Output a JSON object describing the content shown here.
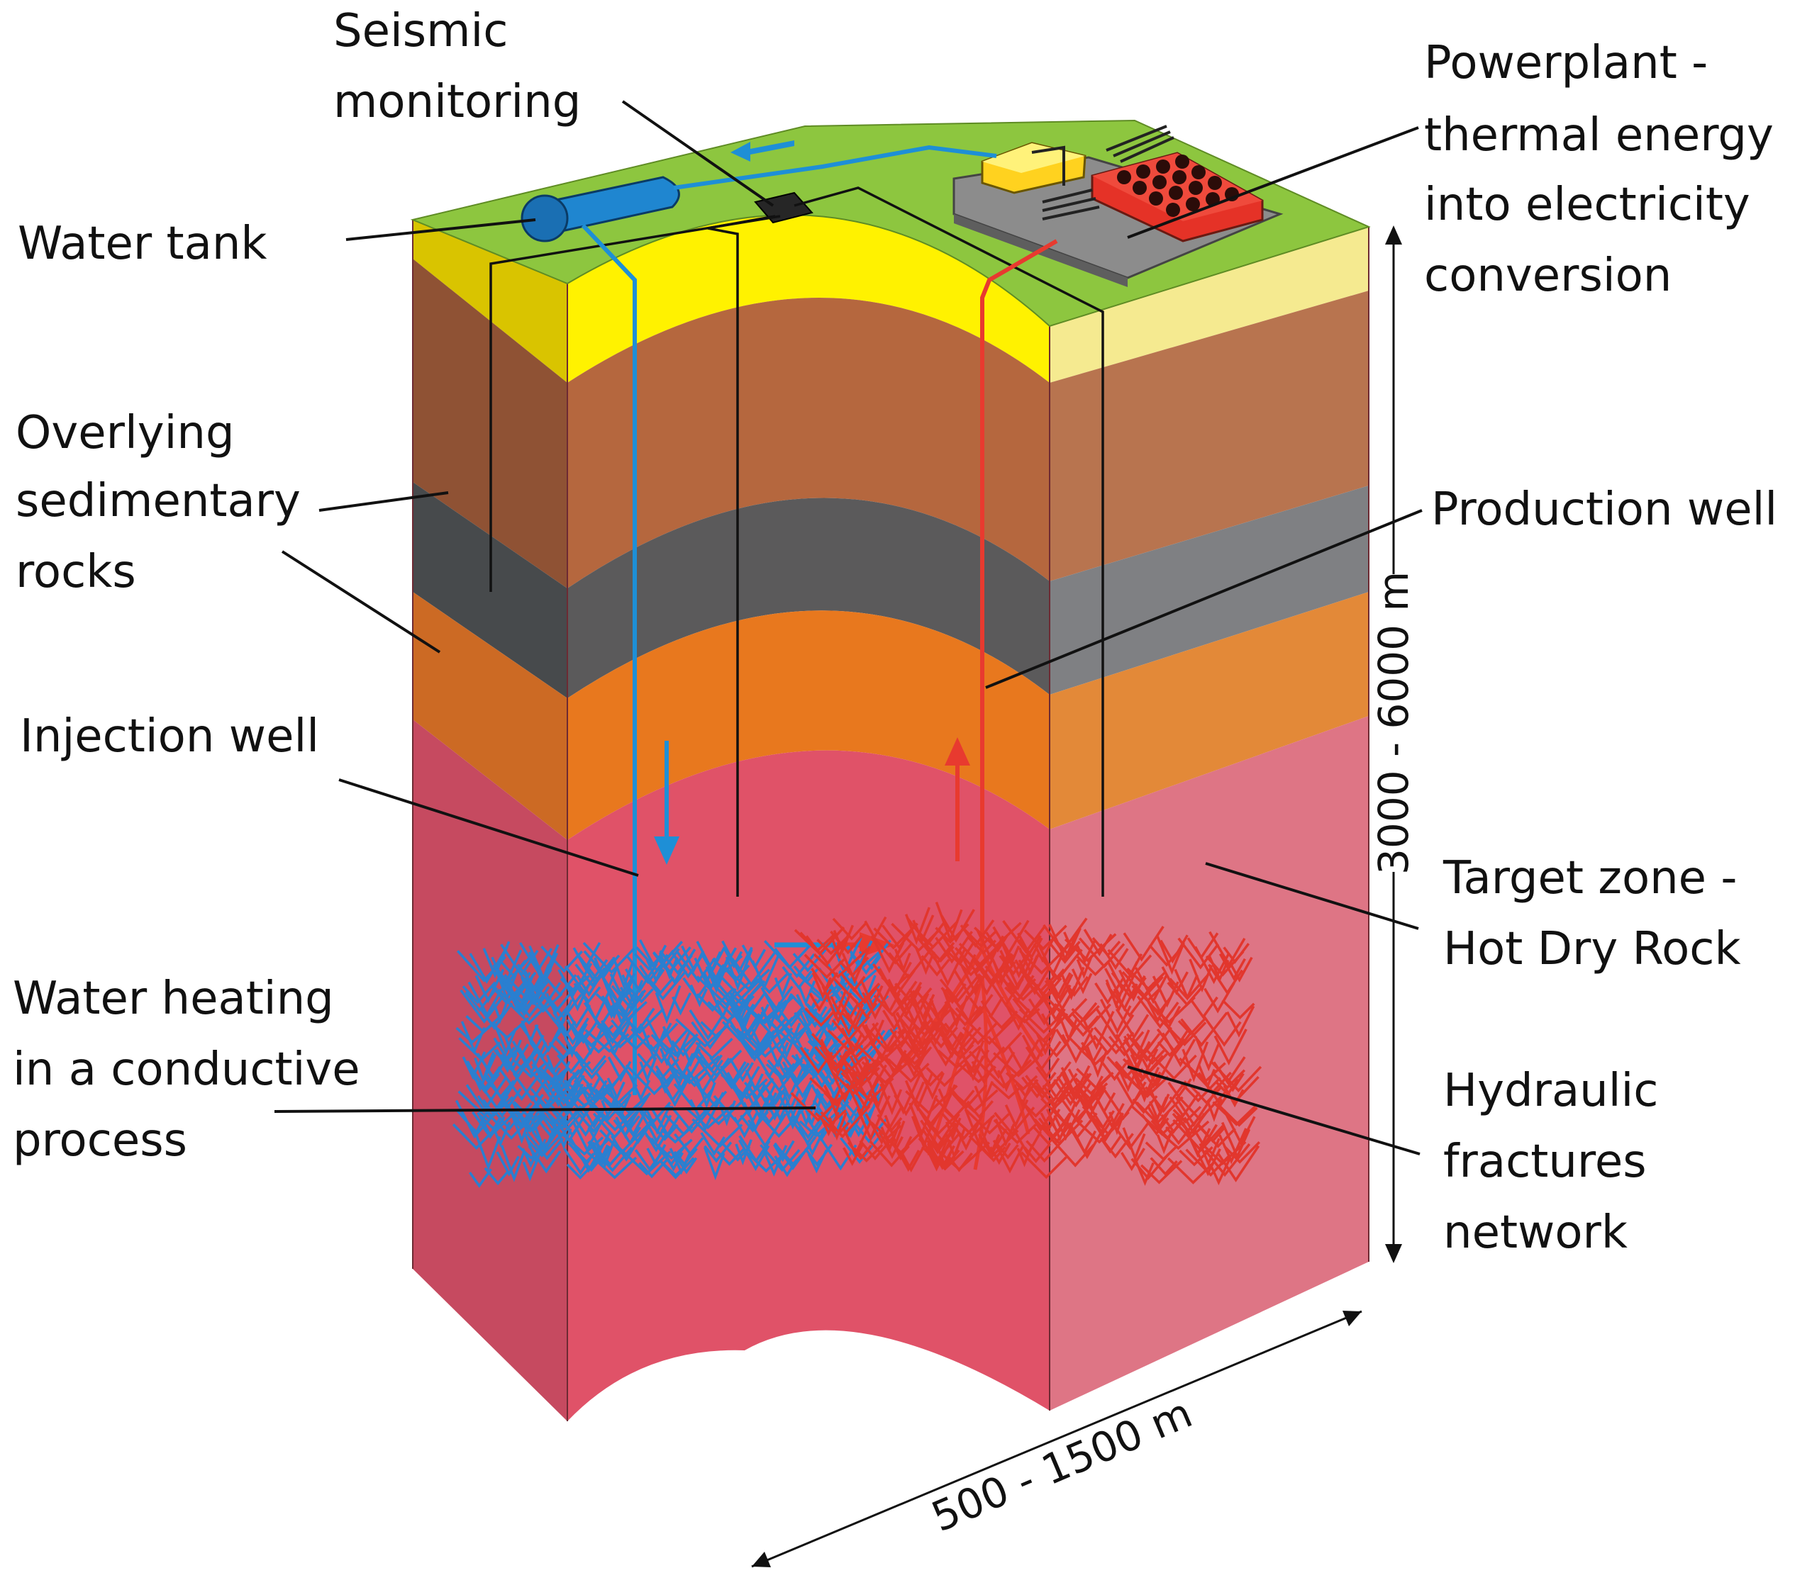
{
  "labels": {
    "seismic": [
      "Seismic",
      "monitoring"
    ],
    "powerplant": [
      "Powerplant -",
      "thermal energy",
      "into electricity",
      "conversion"
    ],
    "water_tank": [
      "Water tank"
    ],
    "overlying": [
      "Overlying",
      "sedimentary",
      "rocks"
    ],
    "production_well": [
      "Production well"
    ],
    "injection_well": [
      "Injection well"
    ],
    "target_zone": [
      "Target zone -",
      "Hot Dry Rock"
    ],
    "water_heating": [
      "Water heating",
      "in a conductive",
      "process"
    ],
    "hydraulic": [
      "Hydraulic",
      "fractures",
      "network"
    ]
  },
  "dimensions": {
    "depth": "3000 - 6000 m",
    "width": "500 - 1500 m"
  },
  "colors": {
    "surface_green": "#8dc63f",
    "soil_yellow": "#fff200",
    "brown_layer": "#b5673e",
    "grey_layer": "#5d5d5d",
    "orange_layer": "#e8781e",
    "pink_layer": "#e05268",
    "cold_water_blue": "#1e8fd6",
    "hot_water_red": "#e83a2f"
  }
}
